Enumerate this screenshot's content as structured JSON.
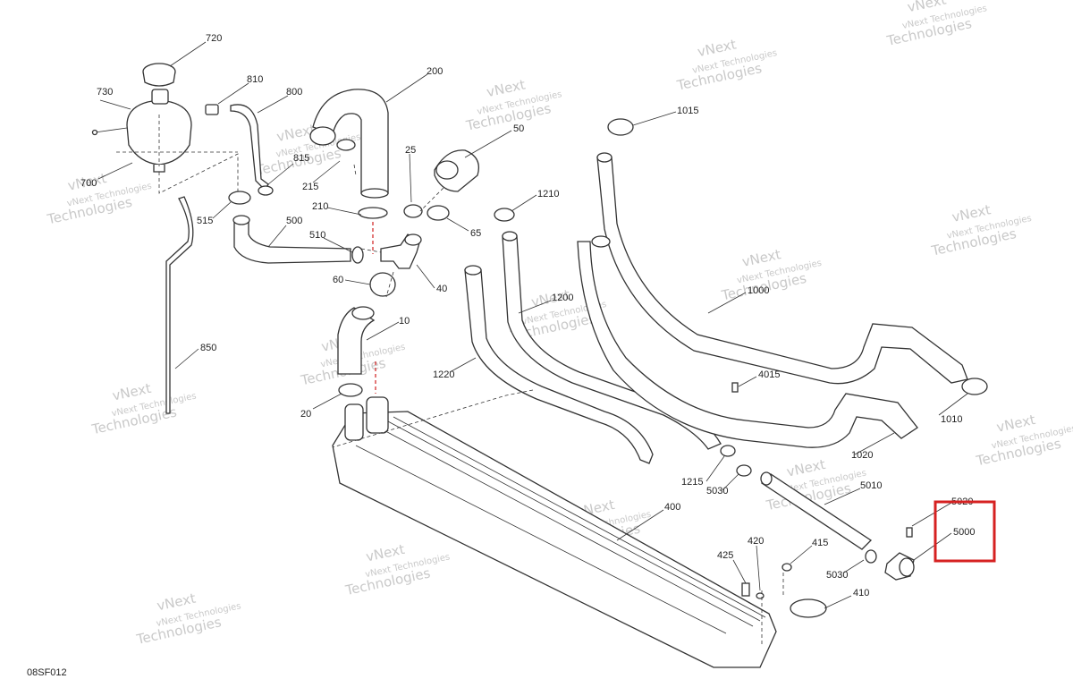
{
  "diagram": {
    "code": "08SF012",
    "watermark_line1": "vNext",
    "watermark_line2": "Technologies",
    "watermark_small": "vNext Technologies",
    "highlight_color": "#d62121",
    "labels": {
      "p720": "720",
      "p730": "730",
      "p700": "700",
      "p810": "810",
      "p800": "800",
      "p815": "815",
      "p515": "515",
      "p500": "500",
      "p510": "510",
      "p850": "850",
      "p200": "200",
      "p215": "215",
      "p210": "210",
      "p25": "25",
      "p50": "50",
      "p65": "65",
      "p40": "40",
      "p60": "60",
      "p10": "10",
      "p20": "20",
      "p400": "400",
      "p1220": "1220",
      "p1200": "1200",
      "p1210": "1210",
      "p1015": "1015",
      "p1000": "1000",
      "p4015": "4015",
      "p1010": "1010",
      "p1020": "1020",
      "p1215": "1215",
      "p5030a": "5030",
      "p5010": "5010",
      "p5030b": "5030",
      "p5020": "5020",
      "p5000": "5000",
      "p425": "425",
      "p415": "415",
      "p410": "410",
      "p420": "420"
    }
  }
}
